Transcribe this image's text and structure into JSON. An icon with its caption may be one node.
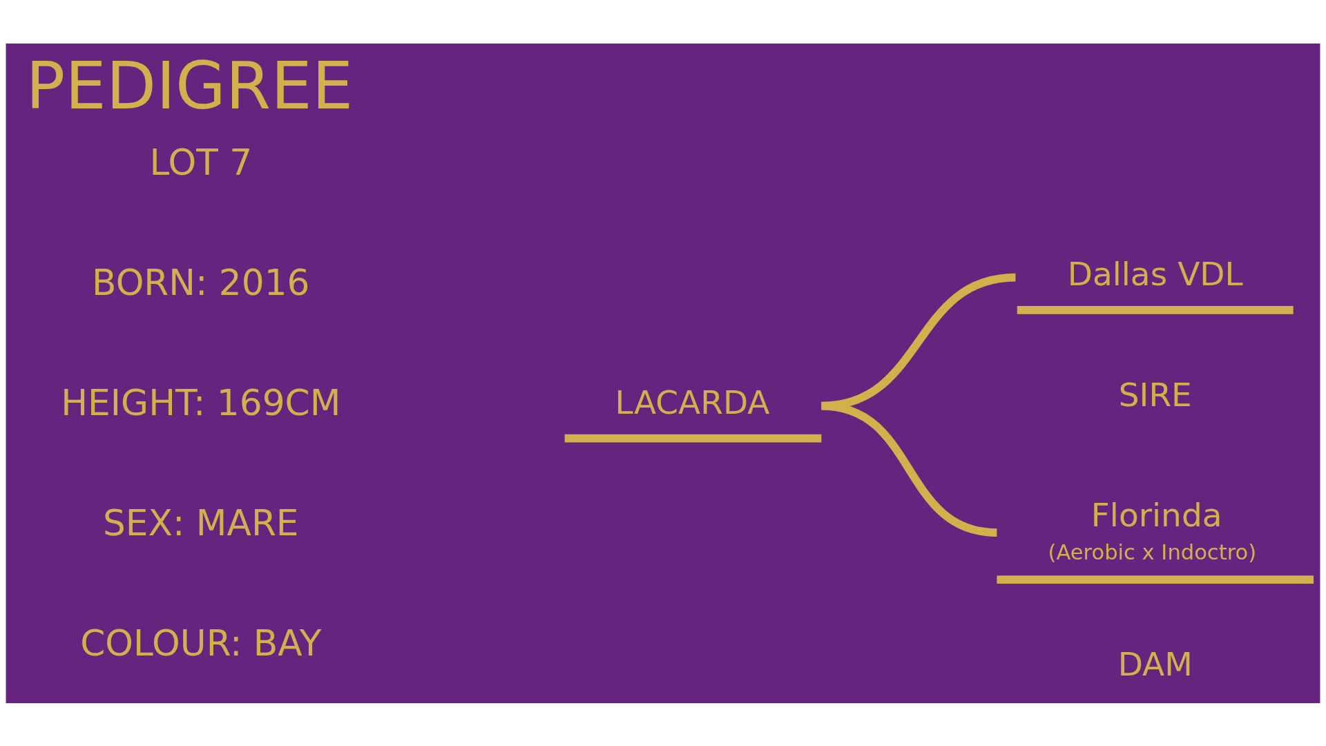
{
  "diagram": {
    "title": "PEDIGREE",
    "nodes": [
      {
        "text": [
          "LACARDA"
        ]
      },
      {
        "text": [
          "Dallas VDL"
        ],
        "beside": [
          "SIRE"
        ]
      },
      {
        "text": [
          "Florinda",
          "(Aerobic x Indoctro)"
        ],
        "beside": [
          "DAM"
        ]
      }
    ],
    "edges": [
      {
        "from": 0,
        "to": 1,
        "arrow": "none"
      },
      {
        "from": 0,
        "to": 2,
        "arrow": "none"
      }
    ],
    "labels": [
      "LOT 7",
      "BORN: 2016",
      "HEIGHT: 169CM",
      "SEX: MARE",
      "COLOUR: BAY"
    ]
  }
}
